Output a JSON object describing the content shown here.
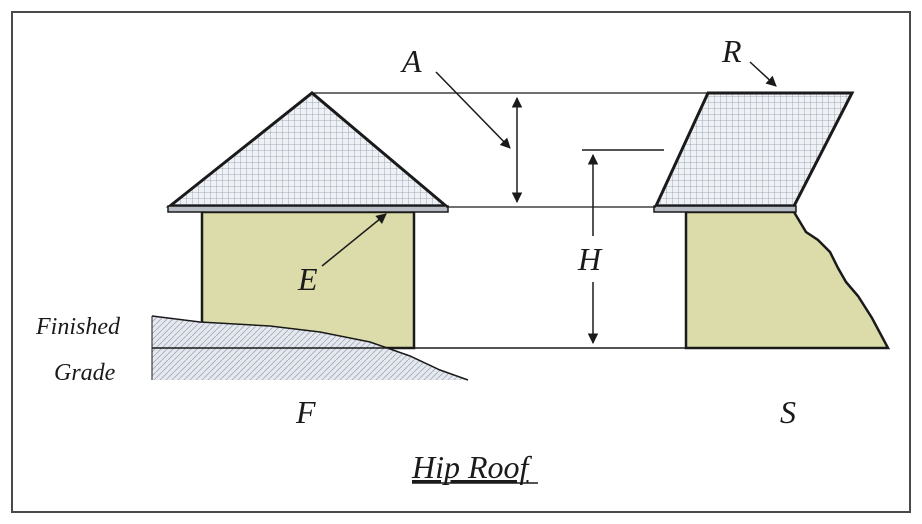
{
  "labels": {
    "a": "A",
    "r": "R",
    "h": "H",
    "e": "E",
    "f": "F",
    "s": "S",
    "finished": "Finished",
    "grade": "Grade",
    "title": "Hip Roof"
  },
  "colors": {
    "frame": "#4a4a4a",
    "wall": "#dcdcab",
    "roof": "#eef1f5",
    "grid": "#8e95a2",
    "ground": "#e5e8ee",
    "ink": "#1a1a1a"
  }
}
